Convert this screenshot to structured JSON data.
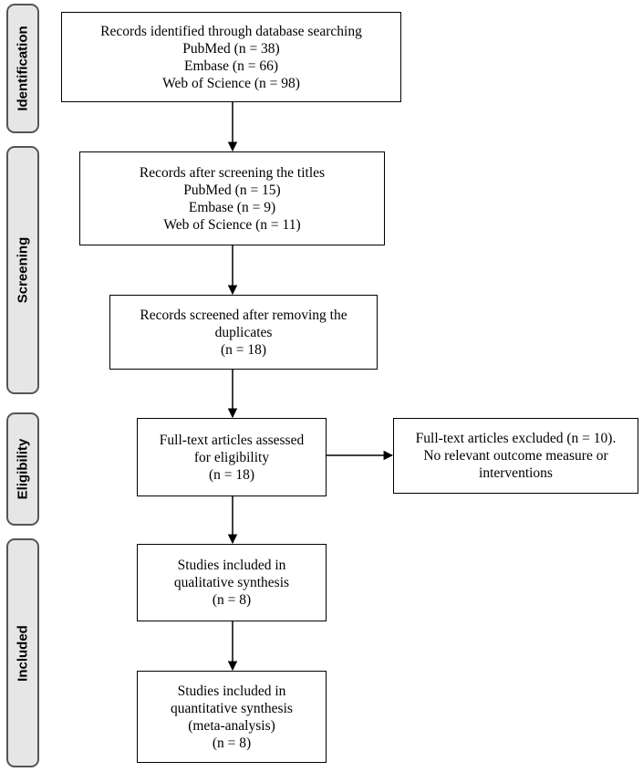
{
  "phases": {
    "identification": "Identification",
    "screening": "Screening",
    "eligibility": "Eligibility",
    "included": "Included"
  },
  "boxes": {
    "identified": {
      "lines": [
        "Records identified through database searching",
        "PubMed (n = 38)",
        "Embase (n = 66)",
        "Web of Science (n = 98)"
      ]
    },
    "titles": {
      "lines": [
        "Records after screening the titles",
        "PubMed (n = 15)",
        "Embase (n = 9)",
        "Web of Science (n = 11)"
      ]
    },
    "duplicates": {
      "lines": [
        "Records screened after removing the",
        "duplicates",
        "(n = 18)"
      ]
    },
    "fulltext": {
      "lines": [
        "Full-text articles assessed",
        "for eligibility",
        "(n = 18)"
      ]
    },
    "excluded": {
      "lines": [
        "Full-text articles excluded (n = 10).",
        "No relevant outcome measure or",
        "interventions"
      ]
    },
    "qualitative": {
      "lines": [
        "Studies included in",
        "qualitative synthesis",
        "(n = 8)"
      ]
    },
    "quantitative": {
      "lines": [
        "Studies included in",
        "quantitative synthesis",
        "(meta-analysis)",
        "(n = 8)"
      ]
    }
  },
  "colors": {
    "phase_fill": "#e6e6e6",
    "phase_border": "#555555",
    "box_border": "#000000",
    "arrow": "#000000"
  }
}
